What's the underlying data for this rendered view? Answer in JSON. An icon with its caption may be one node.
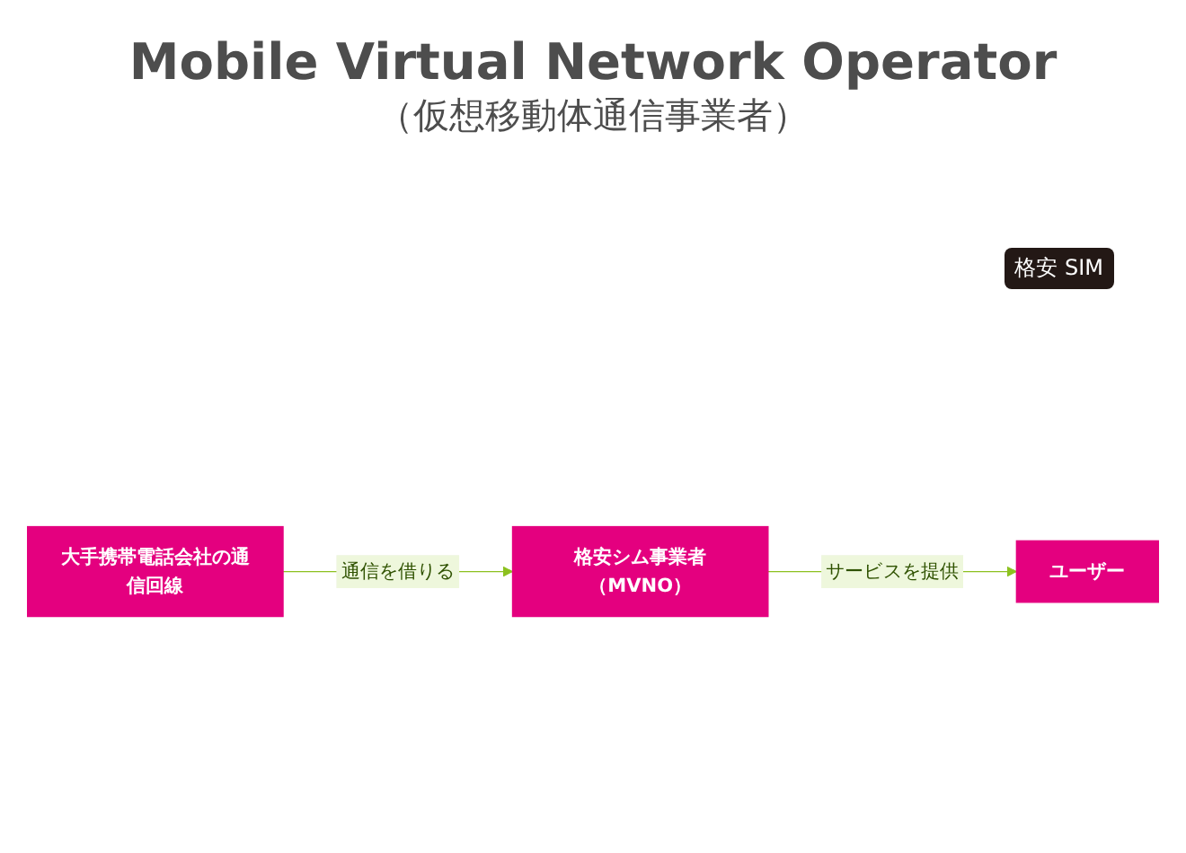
{
  "diagram": {
    "title": "Mobile Virtual Network Operator",
    "nodes": [
      {
        "text": [
          "大手携帯電話会社の通信回線"
        ]
      },
      {
        "text": [
          "格安シム事業者（MVNO）"
        ]
      },
      {
        "text": [
          "ユーザー"
        ]
      }
    ],
    "edges": [
      {
        "from": 0,
        "to": 1,
        "arrow": "to",
        "label": "通信を借りる",
        "color": "#8cc11f"
      },
      {
        "from": 1,
        "to": 2,
        "arrow": "to",
        "label": "サービスを提供",
        "color": "#8cc11f"
      }
    ],
    "labels": [
      "（仮想移動体通信事業者）",
      "格安 SIM"
    ]
  }
}
